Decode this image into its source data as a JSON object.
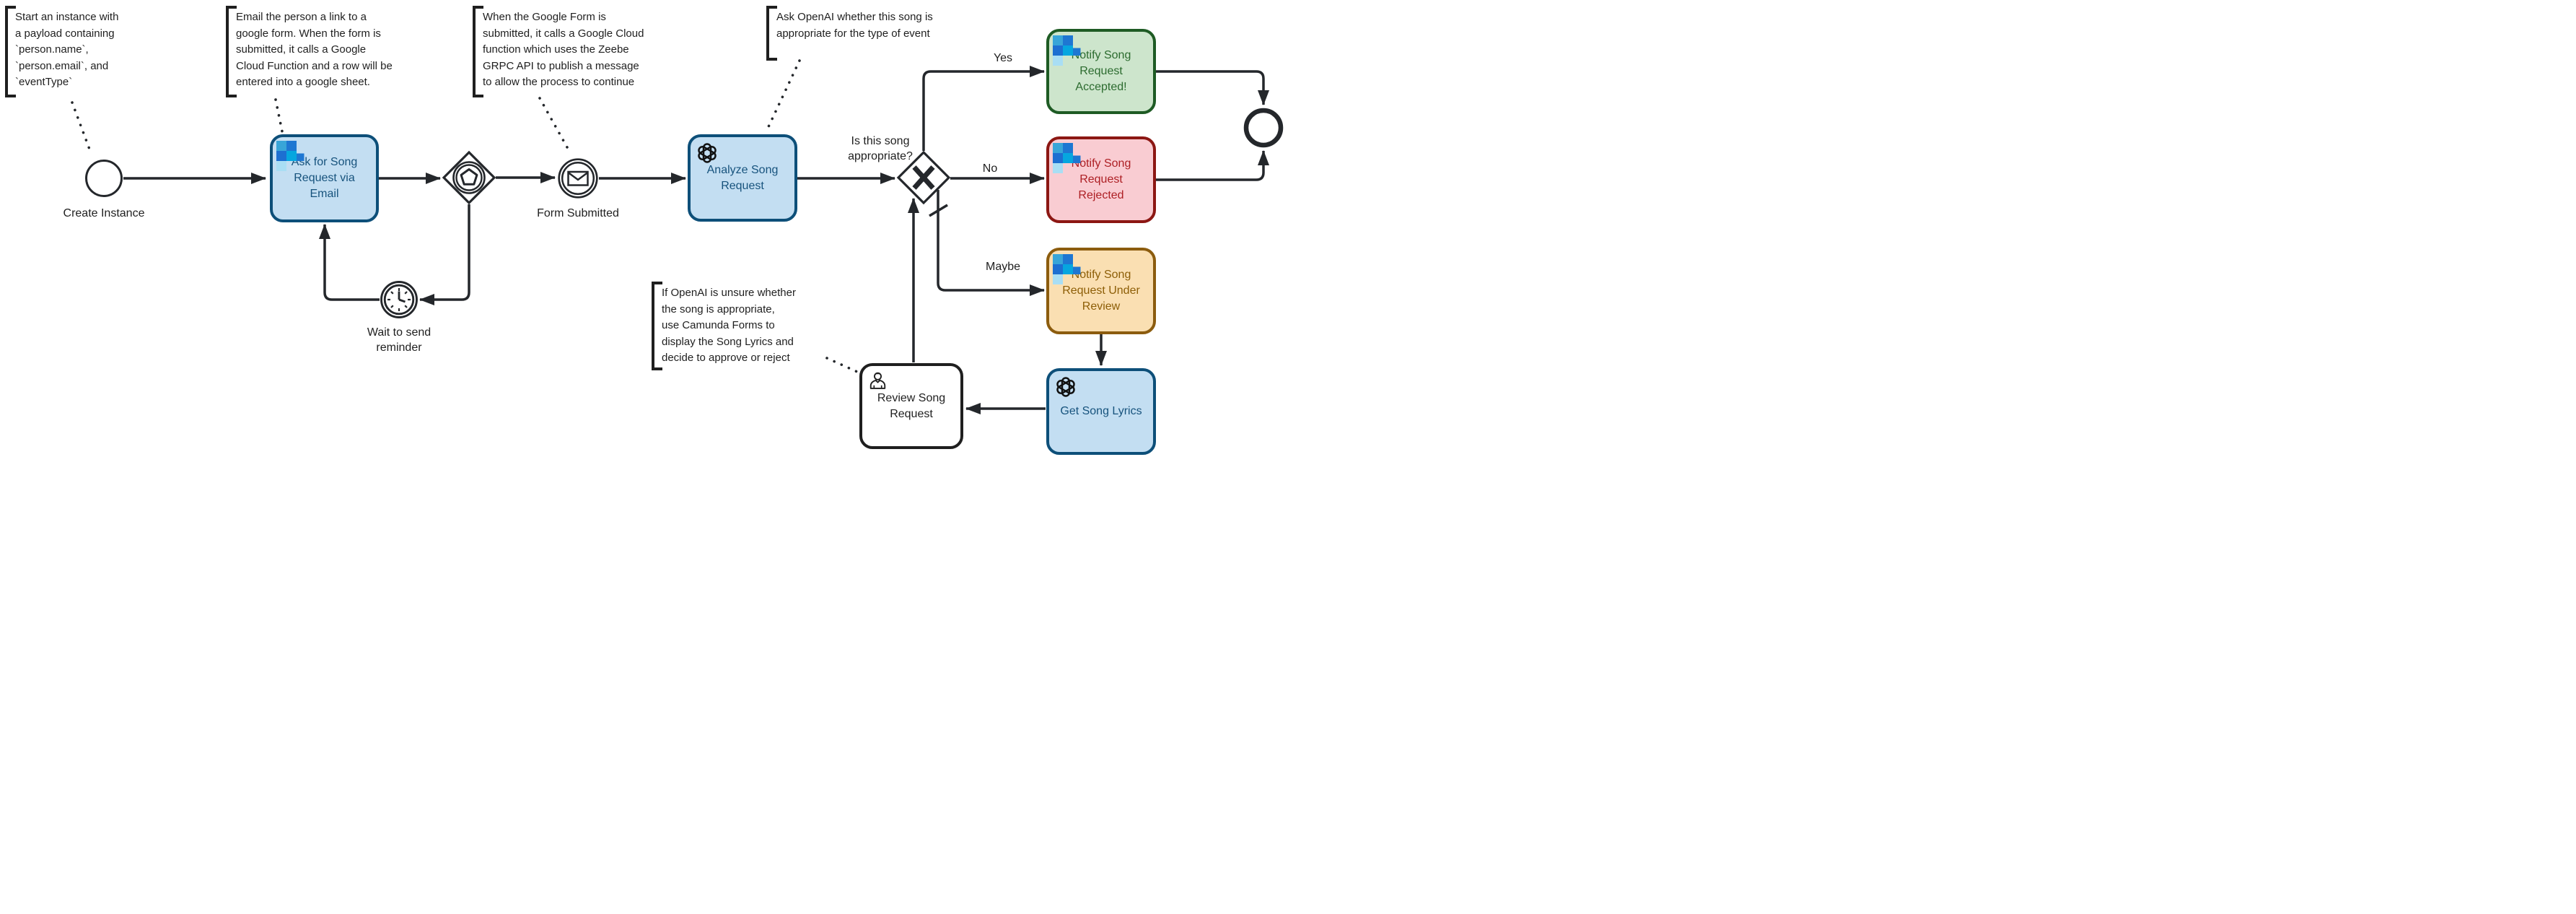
{
  "annotations": {
    "start_payload": {
      "text": "Start an instance with\na payload containing\n`person.name`,\n`person.email`, and\n`eventType`"
    },
    "email_form": {
      "text": "Email the person a link to a\ngoogle form. When the form is\nsubmitted, it calls a Google\nCloud Function and a row will be\nentered into a google sheet."
    },
    "form_cloud_function": {
      "text": "When the Google Form is\nsubmitted, it calls a Google Cloud\nfunction which uses the Zeebe\nGRPC API to publish a message\nto allow the process to continue"
    },
    "ask_openai": {
      "text": "Ask OpenAI whether this song is\nappropriate for the type of event"
    },
    "openai_unsure": {
      "text": "If OpenAI is unsure whether\nthe song is appropriate,\nuse Camunda Forms to\ndisplay the Song Lyrics and\ndecide to approve or reject"
    }
  },
  "events": {
    "start": {
      "label": "Create Instance"
    },
    "timer": {
      "label": "Wait to send\nreminder"
    },
    "form_submitted": {
      "label": "Form Submitted"
    },
    "end": {
      "label": ""
    }
  },
  "gateways": {
    "event_gateway": {
      "type": "event-based"
    },
    "xor": {
      "type": "exclusive",
      "label": "Is this song\nappropriate?"
    }
  },
  "tasks": {
    "ask": {
      "label": "Ask for Song\nRequest via\nEmail",
      "icon": "connector-pixel-icon",
      "fill": "#c3def2",
      "border": "#0d4f79",
      "text_color": "#17537d"
    },
    "analyze": {
      "label": "Analyze Song\nRequest",
      "icon": "openai-icon",
      "fill": "#c3def2",
      "border": "#0d4f79",
      "text_color": "#17537d"
    },
    "accepted": {
      "label": "Notify Song\nRequest\nAccepted!",
      "icon": "connector-pixel-icon",
      "fill": "#cde5cc",
      "border": "#1e5b24",
      "text_color": "#2c6b2f"
    },
    "rejected": {
      "label": "Notify Song\nRequest\nRejected",
      "icon": "connector-pixel-icon",
      "fill": "#f9ccd2",
      "border": "#8c1713",
      "text_color": "#ad1f24"
    },
    "under_review": {
      "label": "Notify Song\nRequest Under\nReview",
      "icon": "connector-pixel-icon",
      "fill": "#fadfb2",
      "border": "#8c5c0e",
      "text_color": "#8d5e07"
    },
    "lyrics": {
      "label": "Get Song Lyrics",
      "icon": "openai-icon",
      "fill": "#c3def2",
      "border": "#0d4f79",
      "text_color": "#17537d"
    },
    "review": {
      "label": "Review Song\nRequest",
      "icon": "user-icon",
      "fill": "#ffffff",
      "border": "#1f1f1f",
      "text_color": "#1f1f1f"
    }
  },
  "flow_labels": {
    "yes": "Yes",
    "no": "No",
    "maybe": "Maybe"
  },
  "colors": {
    "flow": "#24272b",
    "icon_pixels": [
      "#38a5d8",
      "#1e77d2",
      "#1d6fd1",
      "#06a6df",
      "#a9def4"
    ]
  }
}
